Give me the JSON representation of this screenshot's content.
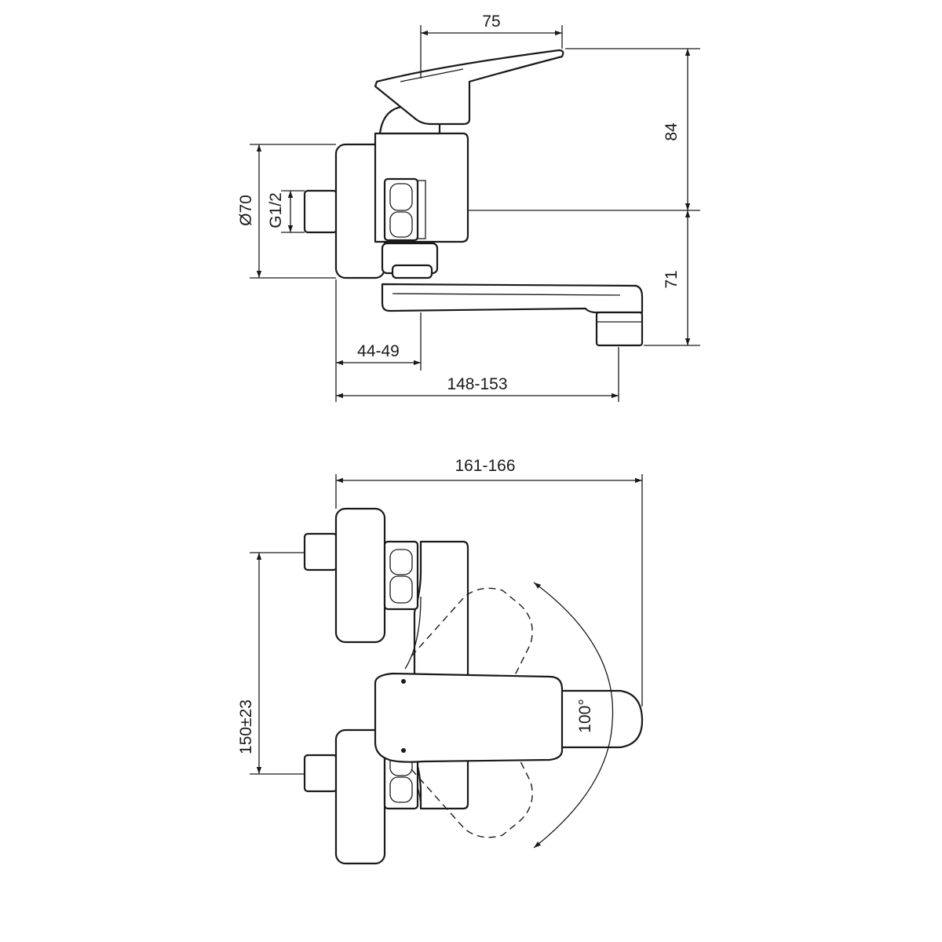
{
  "drawing": {
    "dimensions": {
      "lever_reach": "75",
      "lever_height": "84",
      "spout_drop": "71",
      "rosette_diameter": "Ø70",
      "inlet_thread": "G1/2",
      "wall_to_body": "44-49",
      "wall_to_outlet": "148-153",
      "overall_depth": "161-166",
      "inlet_centres": "150±23",
      "lever_rotation": "100°"
    },
    "colors": {
      "line": "#1a1a1a",
      "background": "#ffffff"
    }
  }
}
